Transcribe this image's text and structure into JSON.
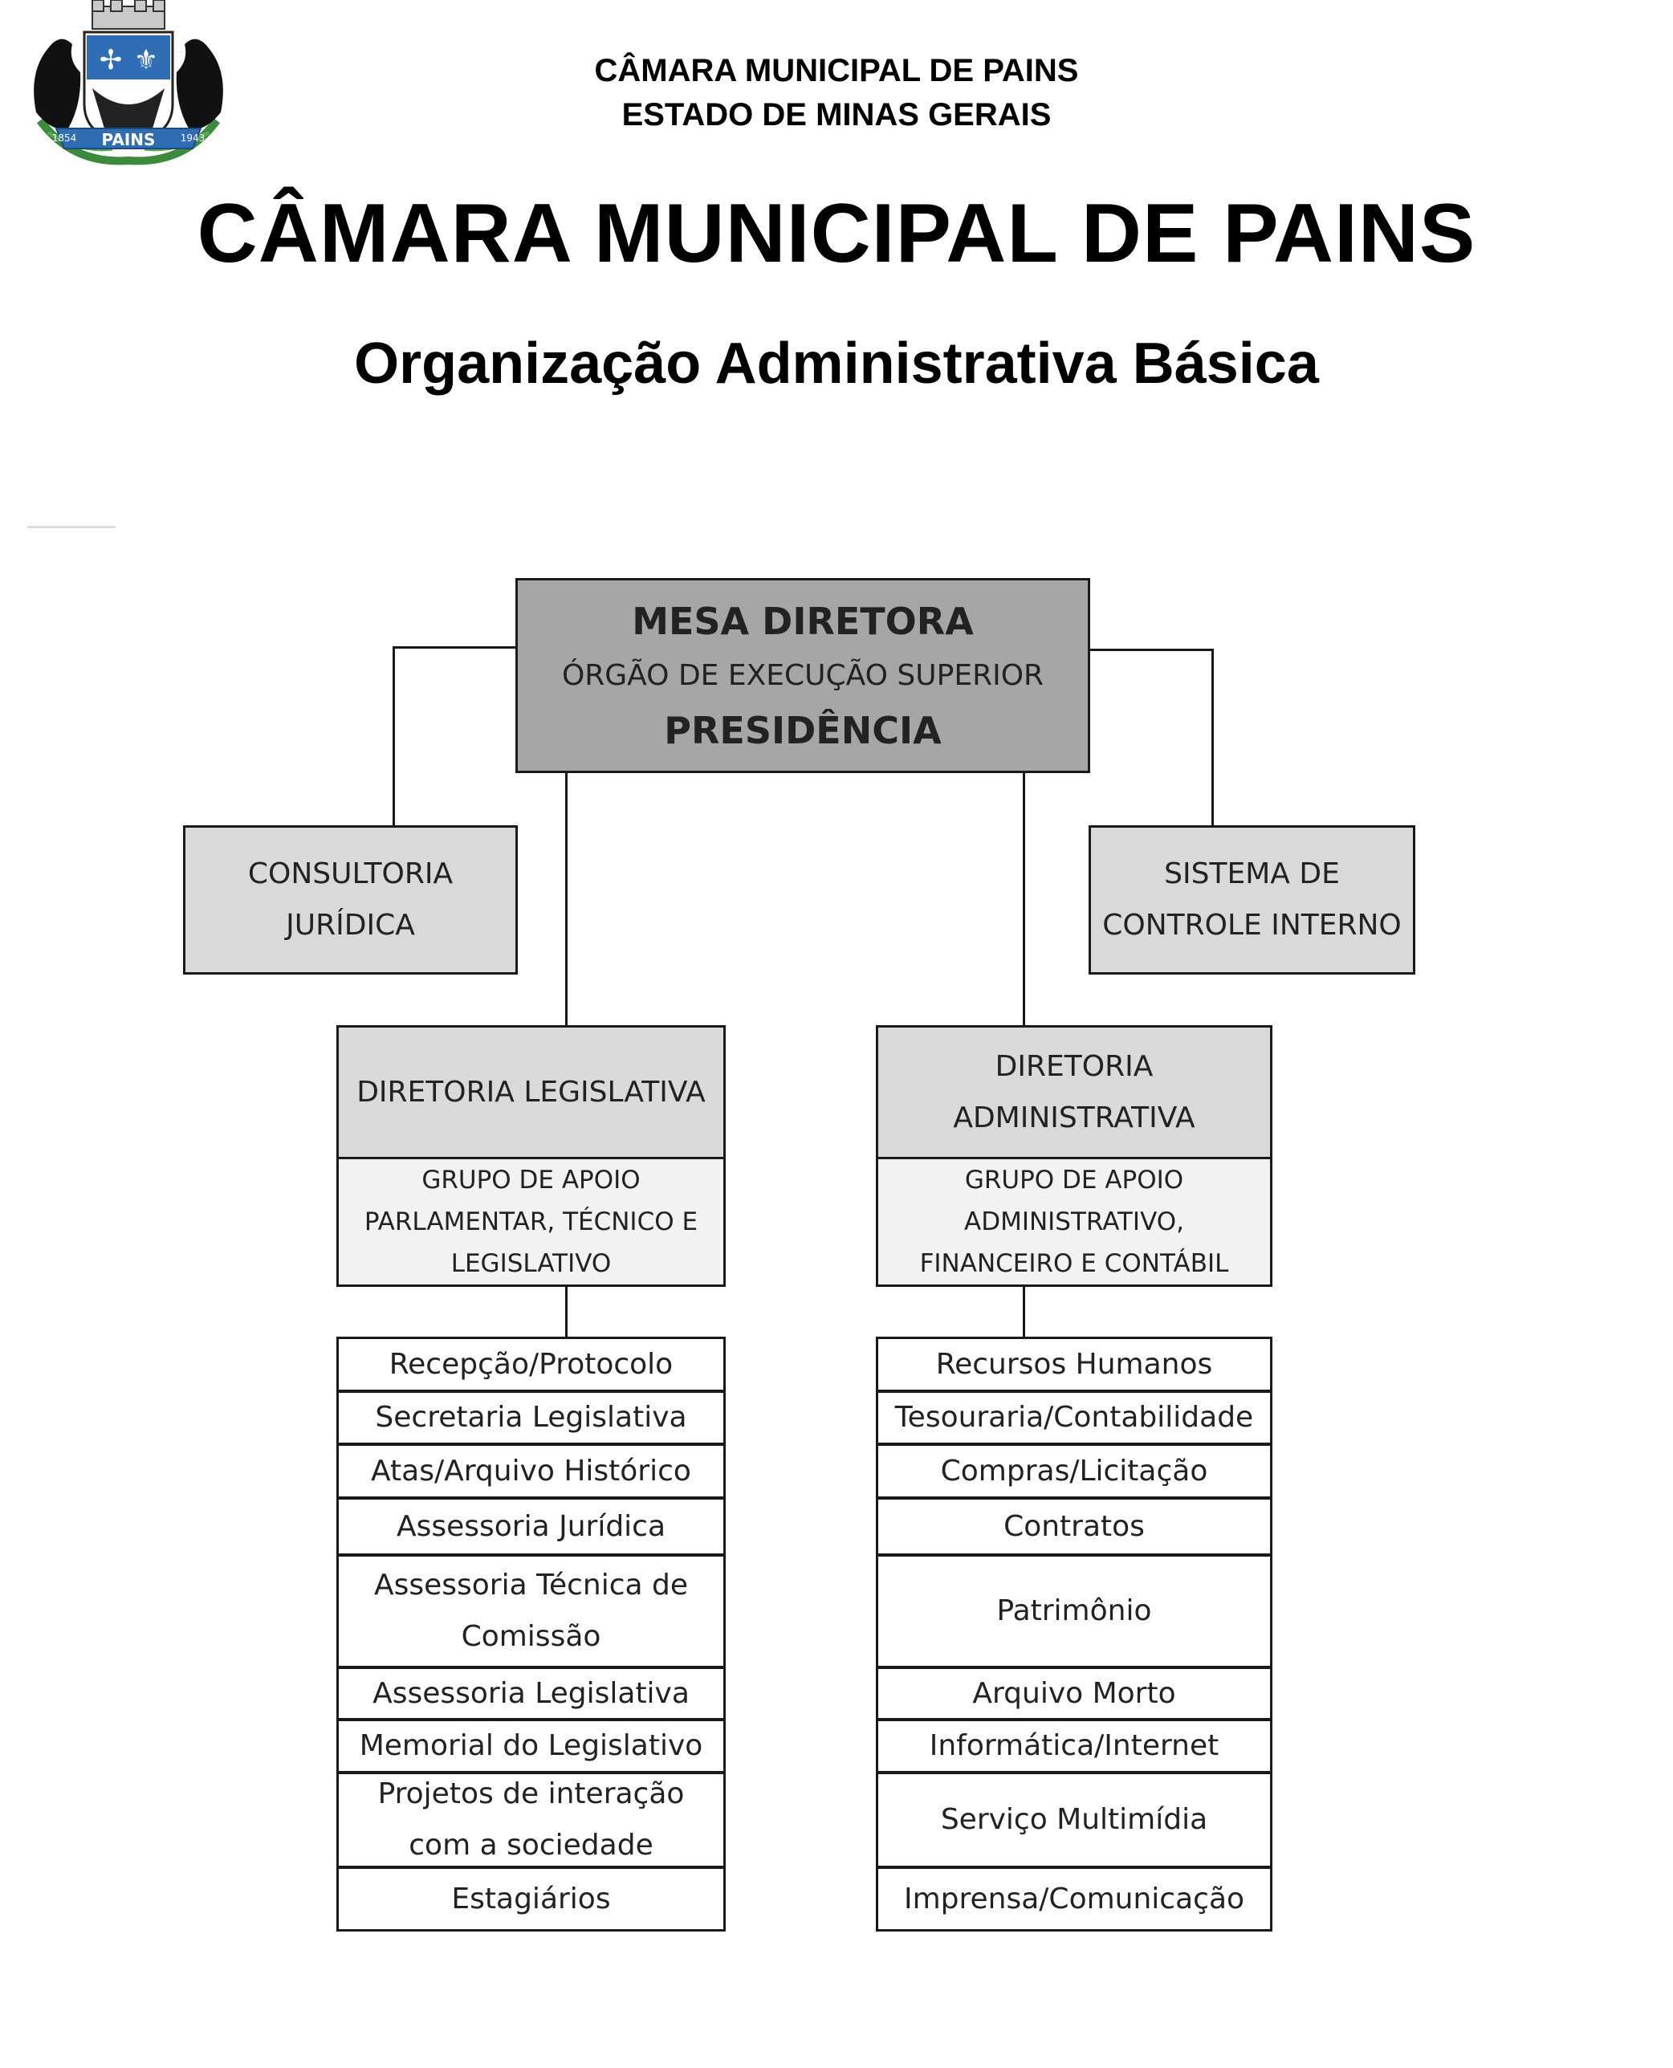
{
  "header": {
    "line1": "CÂMARA MUNICIPAL DE PAINS",
    "line2": "ESTADO DE MINAS GERAIS",
    "crest_text": "PAINS",
    "crest_year_left": "1854",
    "crest_year_right": "1943"
  },
  "title": "CÂMARA MUNICIPAL DE PAINS",
  "subtitle": "Organização Administrativa Básica",
  "org": {
    "top": {
      "line1": "MESA DIRETORA",
      "line2": "ÓRGÃO DE EXECUÇÃO SUPERIOR",
      "line3": "PRESIDÊNCIA"
    },
    "left_side": {
      "line1": "CONSULTORIA",
      "line2": "JURÍDICA"
    },
    "right_side": {
      "line1": "SISTEMA DE",
      "line2": "CONTROLE INTERNO"
    },
    "leg": {
      "title": "DIRETORIA LEGISLATIVA",
      "group": [
        "GRUPO DE APOIO",
        "PARLAMENTAR, TÉCNICO E",
        "LEGISLATIVO"
      ],
      "items": [
        [
          "Recepção/Protocolo"
        ],
        [
          "Secretaria Legislativa"
        ],
        [
          "Atas/Arquivo Histórico"
        ],
        [
          "Assessoria Jurídica"
        ],
        [
          "Assessoria Técnica de",
          "Comissão"
        ],
        [
          "Assessoria Legislativa"
        ],
        [
          "Memorial do Legislativo"
        ],
        [
          "Projetos de interação",
          "com a sociedade"
        ],
        [
          "Estagiários"
        ]
      ]
    },
    "adm": {
      "title_lines": [
        "DIRETORIA",
        "ADMINISTRATIVA"
      ],
      "group": [
        "GRUPO DE APOIO",
        "ADMINISTRATIVO,",
        "FINANCEIRO E CONTÁBIL"
      ],
      "items": [
        [
          "Recursos Humanos"
        ],
        [
          "Tesouraria/Contabilidade"
        ],
        [
          "Compras/Licitação"
        ],
        [
          "Contratos"
        ],
        [
          "Patrimônio"
        ],
        [
          "Arquivo Morto"
        ],
        [
          "Informática/Internet"
        ],
        [
          "Serviço Multimídia"
        ],
        [
          "Imprensa/Comunicação"
        ]
      ]
    }
  },
  "colors": {
    "top_box": "#a6a6a6",
    "side_box": "#d9d9d9",
    "group_box": "#f2f2f2",
    "item_box": "#ffffff",
    "crest_blue": "#2f6db5",
    "crest_green": "#3c8a3c"
  }
}
